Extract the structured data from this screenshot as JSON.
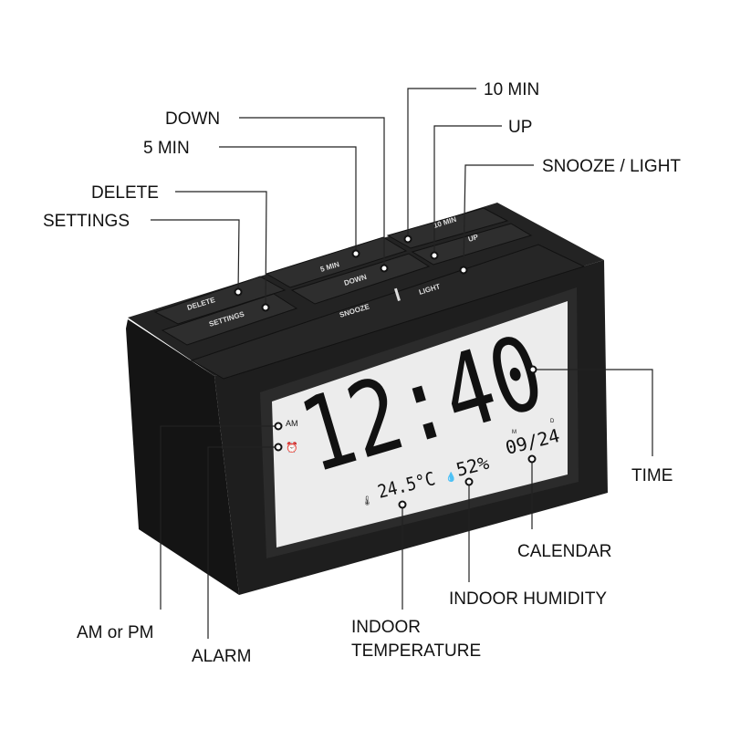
{
  "callouts": {
    "ten_min": "10 MIN",
    "up": "UP",
    "snooze_light": "SNOOZE / LIGHT",
    "down": "DOWN",
    "five_min": "5 MIN",
    "delete": "DELETE",
    "settings": "SETTINGS",
    "time": "TIME",
    "calendar": "CALENDAR",
    "indoor_humidity": "INDOOR HUMIDITY",
    "indoor_temperature_line1": "INDOOR",
    "indoor_temperature_line2": "TEMPERATURE",
    "am_pm": "AM or PM",
    "alarm": "ALARM"
  },
  "buttons": {
    "ten_min": "10 MIN",
    "up": "UP",
    "five_min": "5 MIN",
    "down": "DOWN",
    "delete": "DELETE",
    "settings": "SETTINGS",
    "snooze": "SNOOZE",
    "light": "LIGHT"
  },
  "display": {
    "time": "12:40",
    "am_indicator": "AM",
    "alarm_icon": "alarm-clock-icon",
    "temperature": "24.5°C",
    "thermometer_icon": "thermometer-icon",
    "humidity": "52%",
    "droplet_icon": "droplet-icon",
    "date": "09/24",
    "month_marker": "M",
    "day_marker": "D"
  },
  "colors": {
    "body": "#1c1c1c",
    "screen": "#ececec",
    "segments": "#111111"
  }
}
